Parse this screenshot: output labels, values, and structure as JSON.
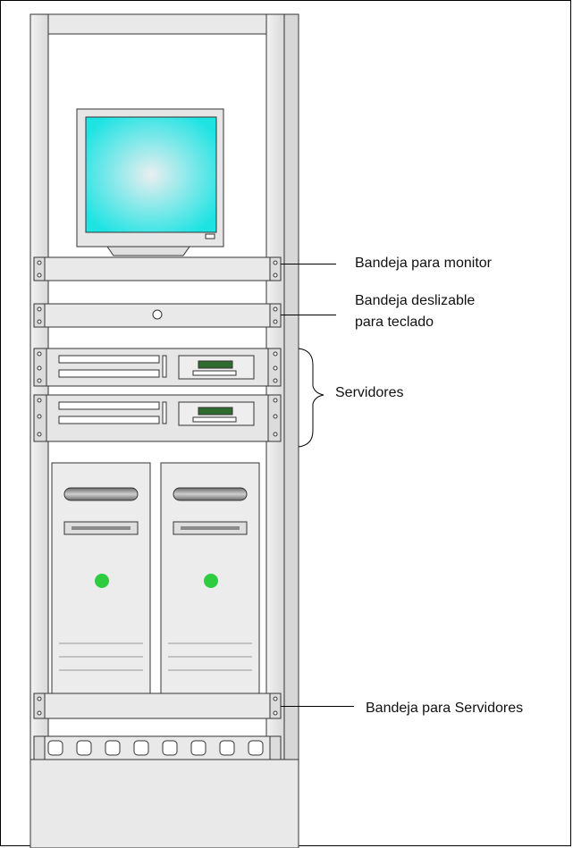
{
  "labels": {
    "monitor_tray": "Bandeja para monitor",
    "keyboard_tray_line1": "Bandeja deslizable",
    "keyboard_tray_line2": "para teclado",
    "servers": "Servidores",
    "server_tray": "Bandeja para Servidores"
  },
  "colors": {
    "rack_fill": "#e8e8e8",
    "screen_center": "#e6ecef",
    "screen_edge": "#22e6e6",
    "power_led": "#2ecc40",
    "outline": "#333333"
  }
}
